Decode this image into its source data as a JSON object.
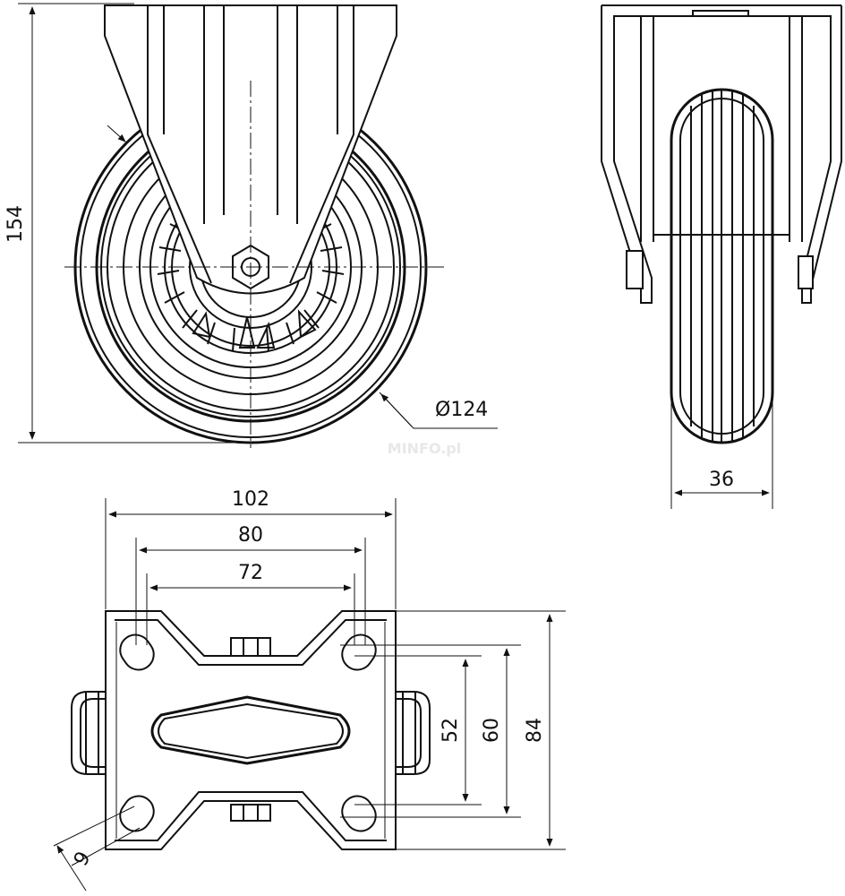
{
  "dimensions": {
    "height": "154",
    "diameter": "Ø124",
    "wheel_width": "36",
    "plate_width": "102",
    "hole_spacing_outer": "80",
    "hole_spacing_inner": "72",
    "plate_depth": "84",
    "hole_spacing_depth_outer": "60",
    "hole_spacing_depth_inner": "52",
    "hole_diameter": "9"
  },
  "watermark": "MINFO.pl"
}
